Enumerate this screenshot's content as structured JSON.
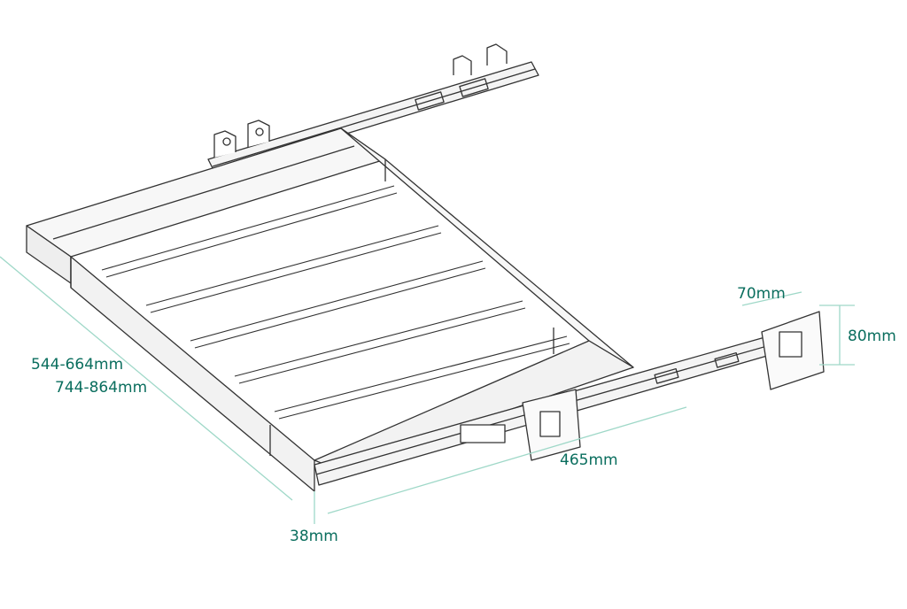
{
  "colors": {
    "dimension_text": "#0a6e5e",
    "dimension_line": "#9fd8c8",
    "drawing": "#333333"
  },
  "dimensions": {
    "width_1": "544-664mm",
    "width_2": "744-864mm",
    "rail_length": "465mm",
    "rail_height": "38mm",
    "bracket_width": "70mm",
    "bracket_height": "80mm"
  }
}
